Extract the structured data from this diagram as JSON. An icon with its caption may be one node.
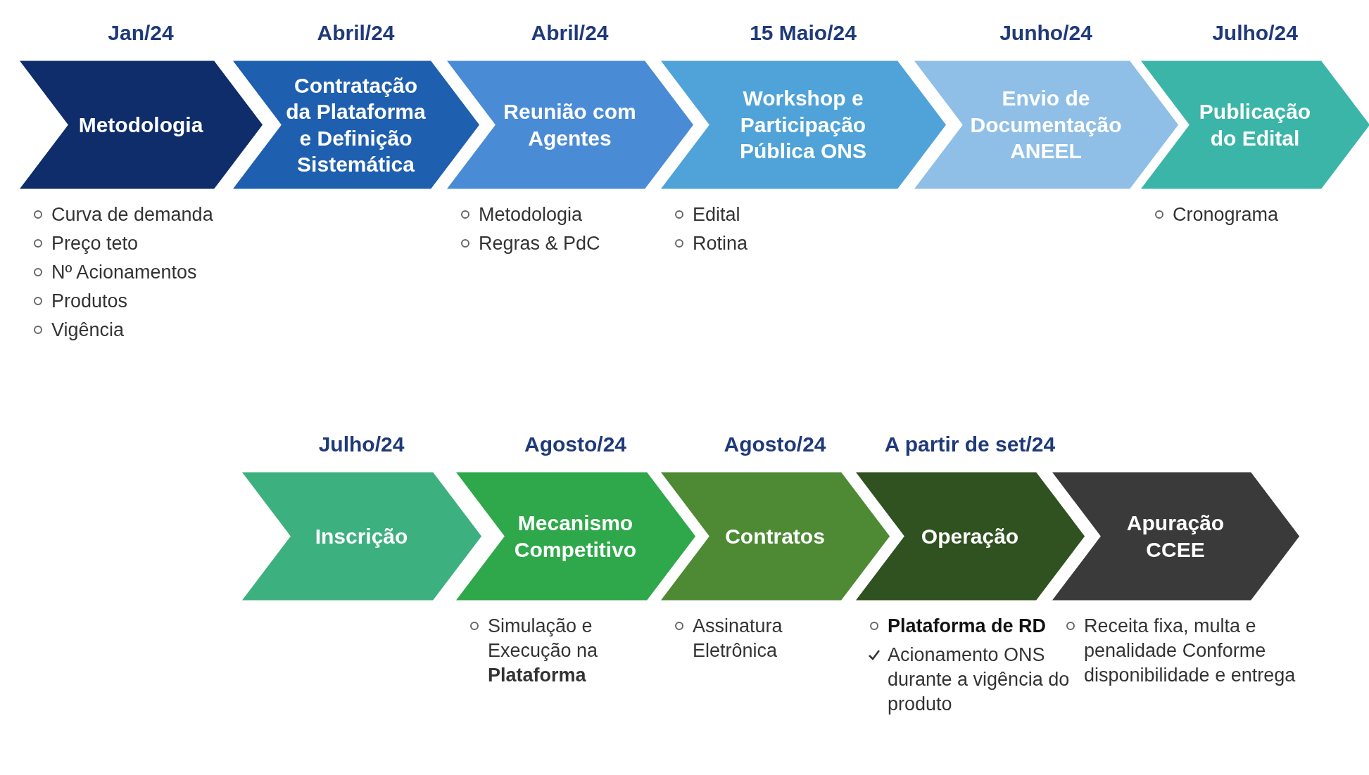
{
  "diagram": {
    "nodes": [
      {
        "text": [
          "Jan/24",
          "Metodologia"
        ],
        "beside": [
          "Curva de demanda",
          "Preço teto",
          "Nº Acionamentos",
          "Produtos",
          "Vigência"
        ]
      },
      {
        "text": [
          "Abril/24",
          "Contratação da Plataforma e Definição Sistemática"
        ]
      },
      {
        "text": [
          "Abril/24",
          "Reunião com Agentes"
        ],
        "beside": [
          "Metodologia",
          "Regras & PdC"
        ]
      },
      {
        "text": [
          "15 Maio/24",
          "Workshop e Participação Pública  ONS"
        ],
        "beside": [
          "Edital",
          "Rotina"
        ]
      },
      {
        "text": [
          "Junho/24",
          "Envio de Documentação ANEEL"
        ]
      },
      {
        "text": [
          "Julho/24",
          "Publicação do Edital"
        ],
        "beside": [
          "Cronograma"
        ]
      },
      {
        "text": [
          "Julho/24",
          "Inscrição"
        ]
      },
      {
        "text": [
          "Agosto/24",
          "Mecanismo Competitivo"
        ],
        "beside": [
          "Simulação e Execução na **Plataforma**"
        ]
      },
      {
        "text": [
          "Agosto/24",
          "Contratos"
        ],
        "beside": [
          "Assinatura Eletrônica"
        ]
      },
      {
        "text": [
          "A partir de set/24",
          "Operação"
        ],
        "beside": [
          "Plataforma de RD",
          "Acionamento ONS durante a vigência do produto"
        ]
      },
      {
        "text": [
          "Apuração CCEE"
        ],
        "beside": [
          "Receita fixa,  multa e penalidade Conforme disponibilidade e entrega"
        ]
      }
    ],
    "edges": []
  }
}
